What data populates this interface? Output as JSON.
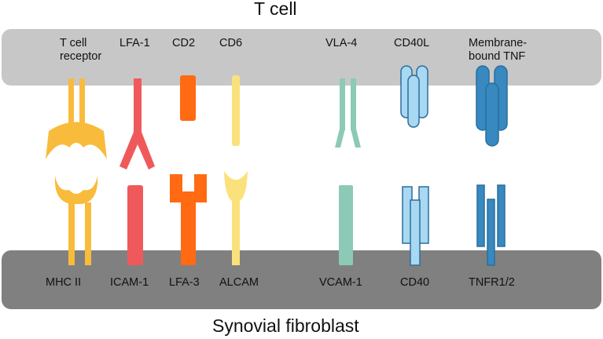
{
  "top_cell": {
    "title": "T cell"
  },
  "bottom_cell": {
    "title": "Synovial fibroblast"
  },
  "t_cell_molecules": [
    {
      "line1": "T cell",
      "line2": "receptor"
    },
    {
      "line1": "LFA-1",
      "line2": ""
    },
    {
      "line1": "CD2",
      "line2": ""
    },
    {
      "line1": "CD6",
      "line2": ""
    },
    {
      "line1": "VLA-4",
      "line2": ""
    },
    {
      "line1": "CD40L",
      "line2": ""
    },
    {
      "line1": "Membrane-",
      "line2": "bound TNF"
    }
  ],
  "fibroblast_molecules": [
    "MHC II",
    "ICAM-1",
    "LFA-3",
    "ALCAM",
    "VCAM-1",
    "CD40",
    "TNFR1/2"
  ],
  "colors": {
    "tcr_mhc": "#f9bb3c",
    "lfa1_icam1": "#f0595b",
    "cd2_lfa3": "#ff6a13",
    "cd6_alcam": "#fbe17c",
    "vla4_vcam1": "#8cc9b7",
    "cd40l_cd40": "#a9d8f2",
    "tnf_tnfr": "#3789c0",
    "outline_blue": "#2b6f9c"
  }
}
